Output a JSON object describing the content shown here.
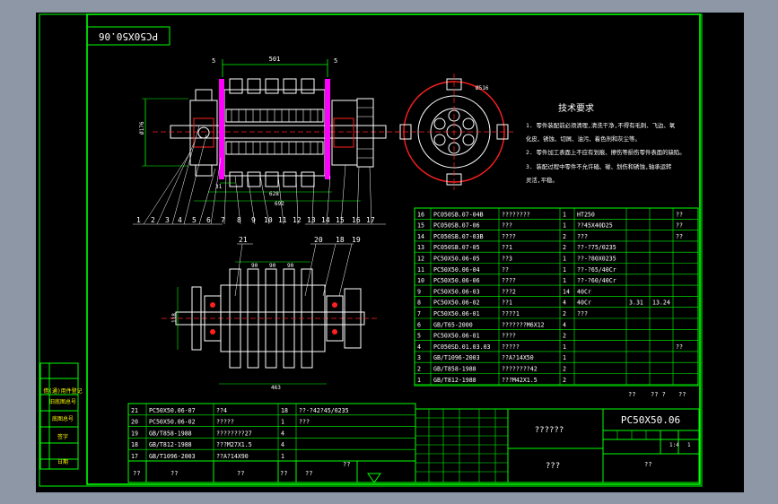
{
  "sheet": {
    "code_box": "PC50X50.06",
    "title_code": "PC50X50.06",
    "title_name": "??????",
    "subtitle": "???",
    "scale_a": "??",
    "scale_b": "?? ?",
    "sheet_a": "??",
    "sheet_b": "??",
    "count_label": "??",
    "small_a": "1:4",
    "small_b": "1"
  },
  "tech": {
    "heading": "技术要求",
    "lines": [
      "1. 零件装配前必须清理,清洗干净,不得有毛刺、飞边、氧",
      "   化皮、锈蚀、切屑、油污、着色剂和灰尘等。",
      "2. 零件加工表面上不应有划痕、擦伤等损伤零件表面的缺陷。",
      "3. 装配过程中零件不允许磕、碰、划伤和锈蚀,轴承运转",
      "   灵活,平稳。"
    ]
  },
  "dims": {
    "top_len": "501",
    "left_edge": "5",
    "right_edge": "5",
    "dia_left": "Ø176",
    "len_a": "31",
    "len_b": "628",
    "len_c": "692",
    "circle_dia": "Ø516",
    "bottom_len": "463",
    "bottom_h": "118",
    "pitch_a": "90",
    "pitch_b": "90",
    "pitch_c": "90"
  },
  "balloons_top": [
    "1",
    "2",
    "3",
    "4",
    "5",
    "6",
    "7",
    "8",
    "9",
    "10",
    "11",
    "12",
    "13",
    "14",
    "15",
    "16",
    "17"
  ],
  "balloons_bottom": [
    "21",
    "20",
    "18",
    "19"
  ],
  "left_labels": [
    "借(通)用件登记",
    "旧底图总号",
    "底图总号",
    "签字",
    "日期"
  ],
  "parts_upper": [
    {
      "no": "16",
      "code": "PC050SB.07-04B",
      "name": "????????",
      "qty": "1",
      "mat": "HT250",
      "w1": "",
      "w2": "",
      "note": "??"
    },
    {
      "no": "15",
      "code": "PC050SB.07-06",
      "name": "???",
      "qty": "1",
      "mat": "??45X40D25",
      "w1": "",
      "w2": "",
      "note": "??"
    },
    {
      "no": "14",
      "code": "PC050SB.07-03B",
      "name": "????",
      "qty": "2",
      "mat": "???",
      "w1": "",
      "w2": "",
      "note": "??"
    },
    {
      "no": "13",
      "code": "PC050SB.07-05",
      "name": "??1",
      "qty": "2",
      "mat": "??-?75/0235",
      "w1": "",
      "w2": "",
      "note": ""
    },
    {
      "no": "12",
      "code": "PC50X50.06-05",
      "name": "??3",
      "qty": "1",
      "mat": "??-?80X0235",
      "w1": "",
      "w2": "",
      "note": ""
    },
    {
      "no": "11",
      "code": "PC50X50.06-04",
      "name": "??",
      "qty": "1",
      "mat": "??-?65/40Cr",
      "w1": "",
      "w2": "",
      "note": ""
    },
    {
      "no": "10",
      "code": "PC50X50.06-06",
      "name": "????",
      "qty": "1",
      "mat": "??-?60/40Cr",
      "w1": "",
      "w2": "",
      "note": ""
    },
    {
      "no": "9",
      "code": "PC50X50.06-03",
      "name": "???2",
      "qty": "14",
      "mat": "40Cr",
      "w1": "",
      "w2": "",
      "note": ""
    },
    {
      "no": "8",
      "code": "PC50X50.06-02",
      "name": "??1",
      "qty": "4",
      "mat": "40Cr",
      "w1": "3.31",
      "w2": "13.24",
      "note": ""
    },
    {
      "no": "7",
      "code": "PC50X50.06-01",
      "name": "????1",
      "qty": "2",
      "mat": "???",
      "w1": "",
      "w2": "",
      "note": ""
    },
    {
      "no": "6",
      "code": "GB/T65-2000",
      "name": "???????M6X12",
      "qty": "4",
      "mat": "",
      "w1": "",
      "w2": "",
      "note": ""
    },
    {
      "no": "5",
      "code": "PC50X50.06-01",
      "name": "????",
      "qty": "2",
      "mat": "",
      "w1": "",
      "w2": "",
      "note": ""
    },
    {
      "no": "4",
      "code": "PC050SD.01.03.03",
      "name": "?????",
      "qty": "1",
      "mat": "",
      "w1": "",
      "w2": "",
      "note": "??"
    },
    {
      "no": "3",
      "code": "GB/T1096-2003",
      "name": "??A?14X50",
      "qty": "1",
      "mat": "",
      "w1": "",
      "w2": "",
      "note": ""
    },
    {
      "no": "2",
      "code": "GB/T858-1988",
      "name": "????????42",
      "qty": "2",
      "mat": "",
      "w1": "",
      "w2": "",
      "note": ""
    },
    {
      "no": "1",
      "code": "GB/T812-1988",
      "name": "???M42X1.5",
      "qty": "2",
      "mat": "",
      "w1": "",
      "w2": "",
      "note": ""
    }
  ],
  "parts_lower": [
    {
      "no": "21",
      "code": "PC50X50.06-07",
      "name": "??4",
      "qty": "18",
      "mat": "??-?42?45/0235"
    },
    {
      "no": "20",
      "code": "PC50X50.06-02",
      "name": "?????",
      "qty": "1",
      "mat": "???"
    },
    {
      "no": "19",
      "code": "GB/T858-1988",
      "name": "????????27",
      "qty": "4",
      "mat": ""
    },
    {
      "no": "18",
      "code": "GB/T812-1988",
      "name": "???M27X1.5",
      "qty": "4",
      "mat": ""
    },
    {
      "no": "17",
      "code": "GB/T1096-2003",
      "name": "??A?14X90",
      "qty": "1",
      "mat": ""
    }
  ],
  "header_marks": [
    "??",
    "??",
    "??",
    "??",
    "??"
  ],
  "colors": {
    "bg": "#000000",
    "frame": "#00ff00",
    "line": "#ffffff",
    "dim": "#00ff00",
    "accent": "#ff00ff",
    "red": "#ff2020",
    "yellow": "#ffff00"
  }
}
